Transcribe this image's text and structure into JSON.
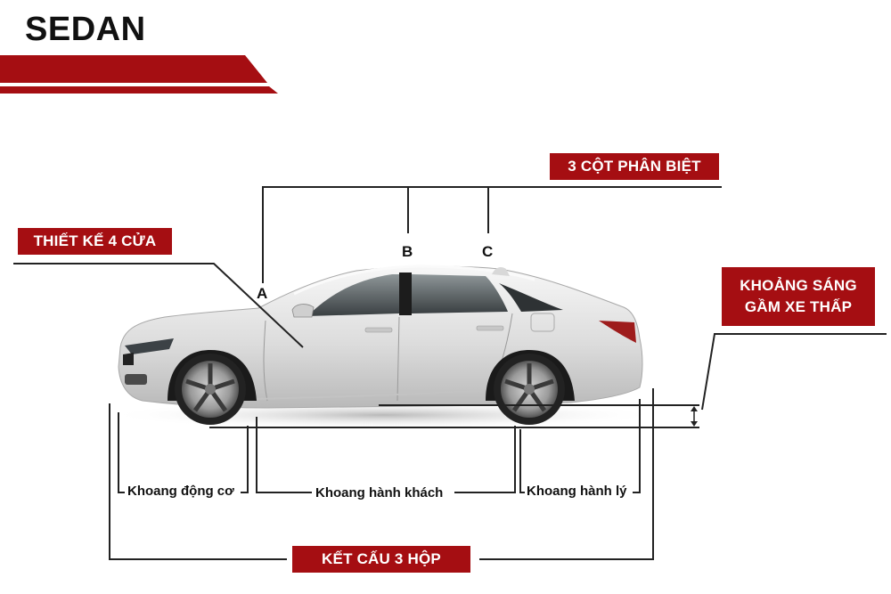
{
  "header": {
    "title": "SEDAN",
    "stripe_color": "#a50e12"
  },
  "labels": {
    "three_pillars": "3 CỘT PHÂN BIỆT",
    "four_doors": "THIẾT KẾ 4 CỬA",
    "ground_clearance_line1": "KHOẢNG SÁNG",
    "ground_clearance_line2": "GẦM XE THẤP",
    "three_box": "KẾT CẤU 3 HỘP"
  },
  "pillars": {
    "a": "A",
    "b": "B",
    "c": "C"
  },
  "zones": {
    "engine": "Khoang động cơ",
    "passenger": "Khoang hành khách",
    "luggage": "Khoang hành lý"
  },
  "colors": {
    "accent": "#a50e12",
    "line": "#222222",
    "car_body": "#e6e6e6"
  }
}
